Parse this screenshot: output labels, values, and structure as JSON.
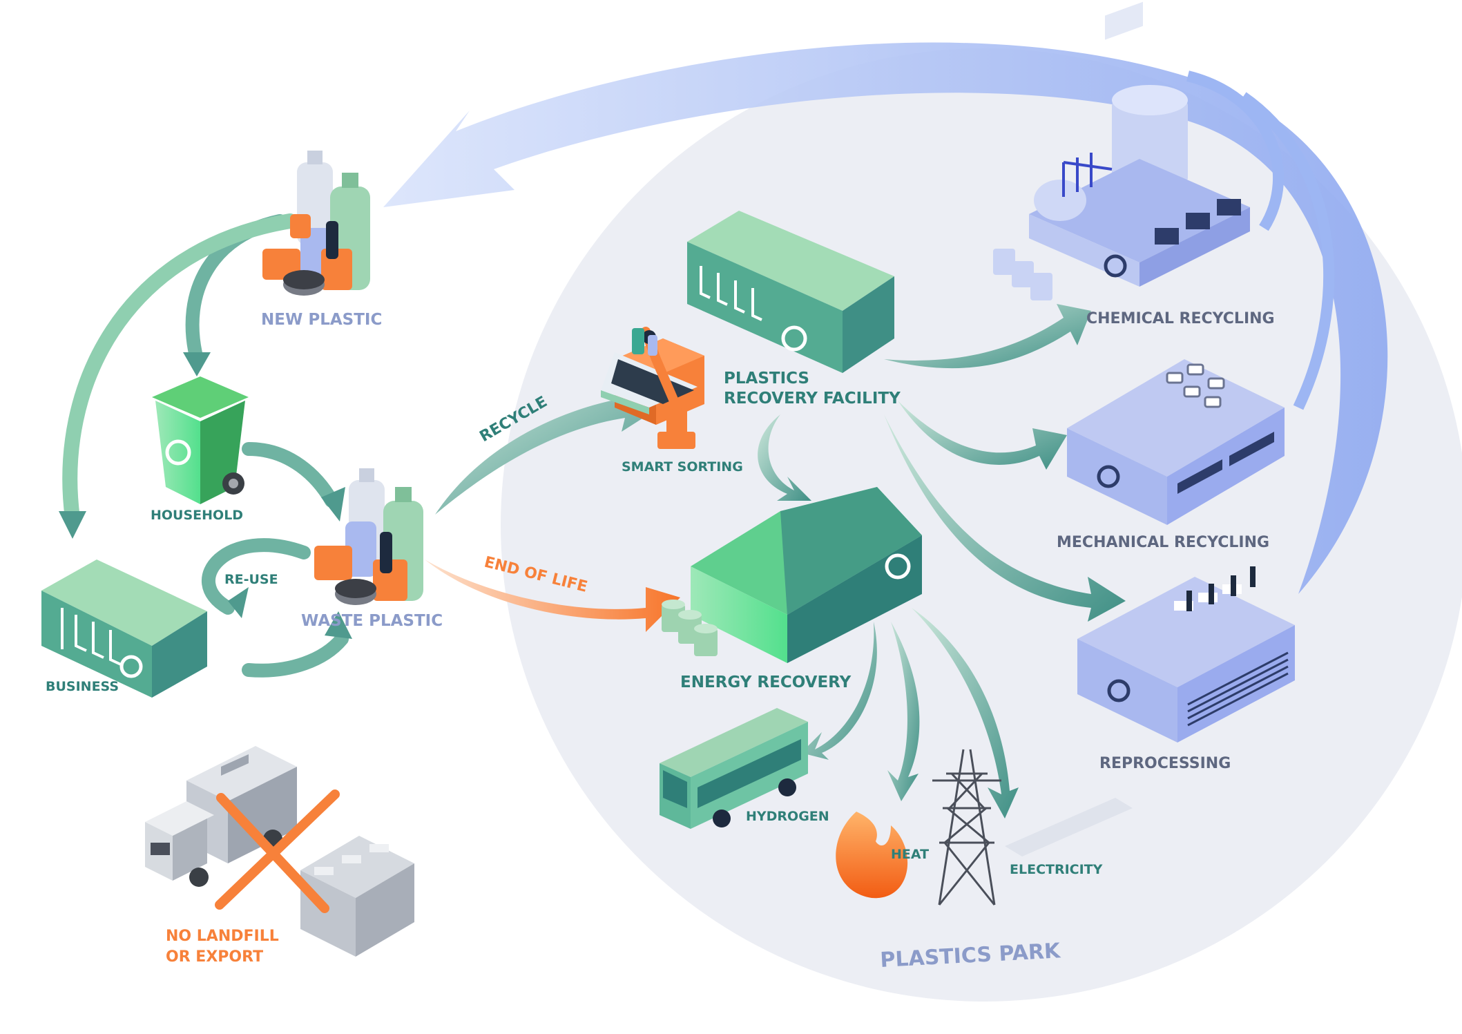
{
  "labels": {
    "new_plastic": "NEW PLASTIC",
    "household": "HOUSEHOLD",
    "business": "BUSINESS",
    "waste_plastic": "WASTE PLASTIC",
    "reuse": "RE-USE",
    "recycle": "RECYCLE",
    "end_of_life": "END OF LIFE",
    "smart_sorting": "SMART SORTING",
    "prf_line1": "PLASTICS",
    "prf_line2": "RECOVERY FACILITY",
    "energy_recovery": "ENERGY RECOVERY",
    "chemical_recycling": "CHEMICAL RECYCLING",
    "mechanical_recycling": "MECHANICAL RECYCLING",
    "reprocessing": "REPROCESSING",
    "hydrogen": "HYDROGEN",
    "heat": "HEAT",
    "electricity": "ELECTRICITY",
    "plastics_park": "PLASTICS PARK",
    "no_landfill_line1": "NO LANDFILL",
    "no_landfill_line2": "OR EXPORT"
  },
  "colors": {
    "teal_text": "#2f7f78",
    "slate_text": "#5e6780",
    "periwinkle_text": "#8b9bc9",
    "orange": "#f7813a",
    "green_arrow": "#4f9a8e",
    "blue_arrow": "#9db6f3",
    "park_bg": "#eceef4",
    "building_green": "#3f8f85",
    "building_blue": "#a9b8ef"
  },
  "icons": [
    "recycle-icon",
    "bottle-icon",
    "wheelie-bin-icon",
    "robot-arm-icon",
    "bus-icon",
    "flame-icon",
    "pylon-icon",
    "truck-icon",
    "skip-icon",
    "cross-icon",
    "silo-icon"
  ]
}
